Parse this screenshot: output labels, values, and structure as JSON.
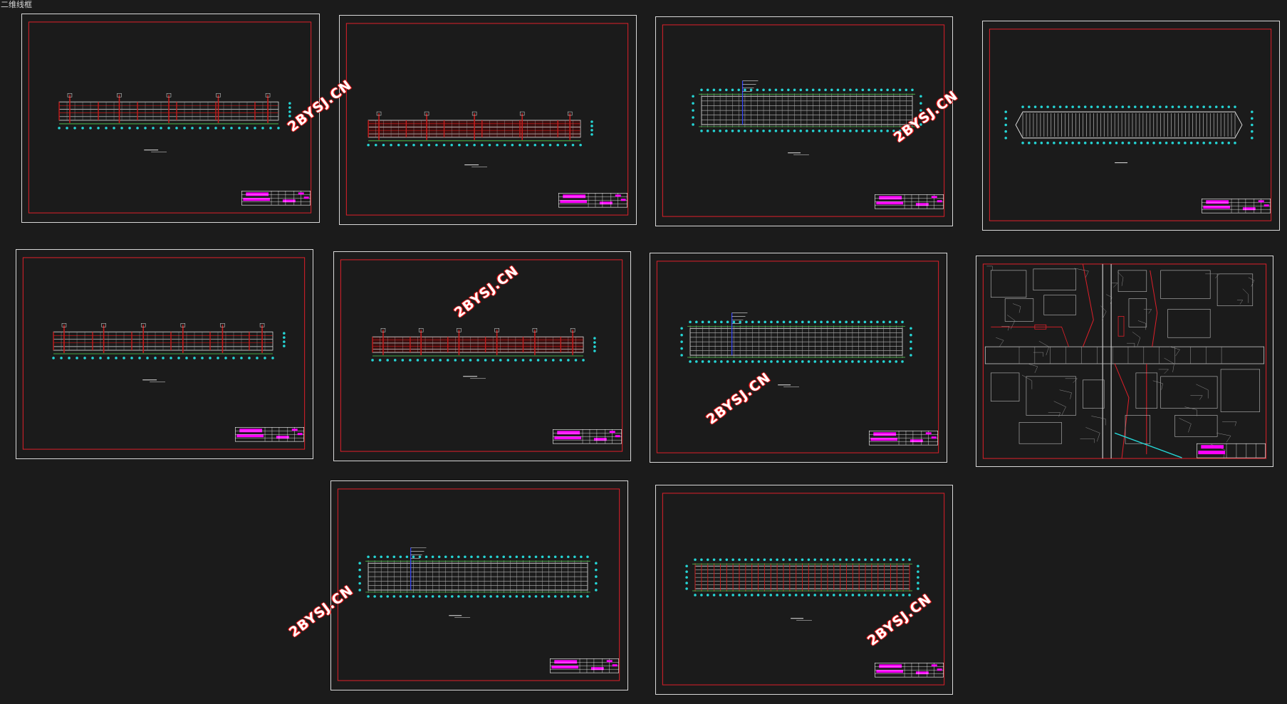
{
  "viewport": {
    "title": "二维线框"
  },
  "watermark": {
    "text": "2BYSJ.CN"
  },
  "colors": {
    "background": "#1b1b1b",
    "sheet_border": "#d9d9d9",
    "frame_red": "#e0202a",
    "title_block_magenta": "#ff00ff",
    "axis_cyan": "#25d5d5",
    "grid_white": "#e6e6e6",
    "rebar_red": "#c41b1b",
    "dim_green": "#54d654"
  },
  "sheets": [
    {
      "id": "sheet-1",
      "kind": "elevation"
    },
    {
      "id": "sheet-2",
      "kind": "elevation"
    },
    {
      "id": "sheet-3",
      "kind": "plan"
    },
    {
      "id": "sheet-4",
      "kind": "roof-plan"
    },
    {
      "id": "sheet-5",
      "kind": "elevation"
    },
    {
      "id": "sheet-6",
      "kind": "elevation"
    },
    {
      "id": "sheet-7",
      "kind": "plan"
    },
    {
      "id": "sheet-8",
      "kind": "site-map"
    },
    {
      "id": "sheet-9",
      "kind": "plan"
    },
    {
      "id": "sheet-10",
      "kind": "plan"
    }
  ]
}
